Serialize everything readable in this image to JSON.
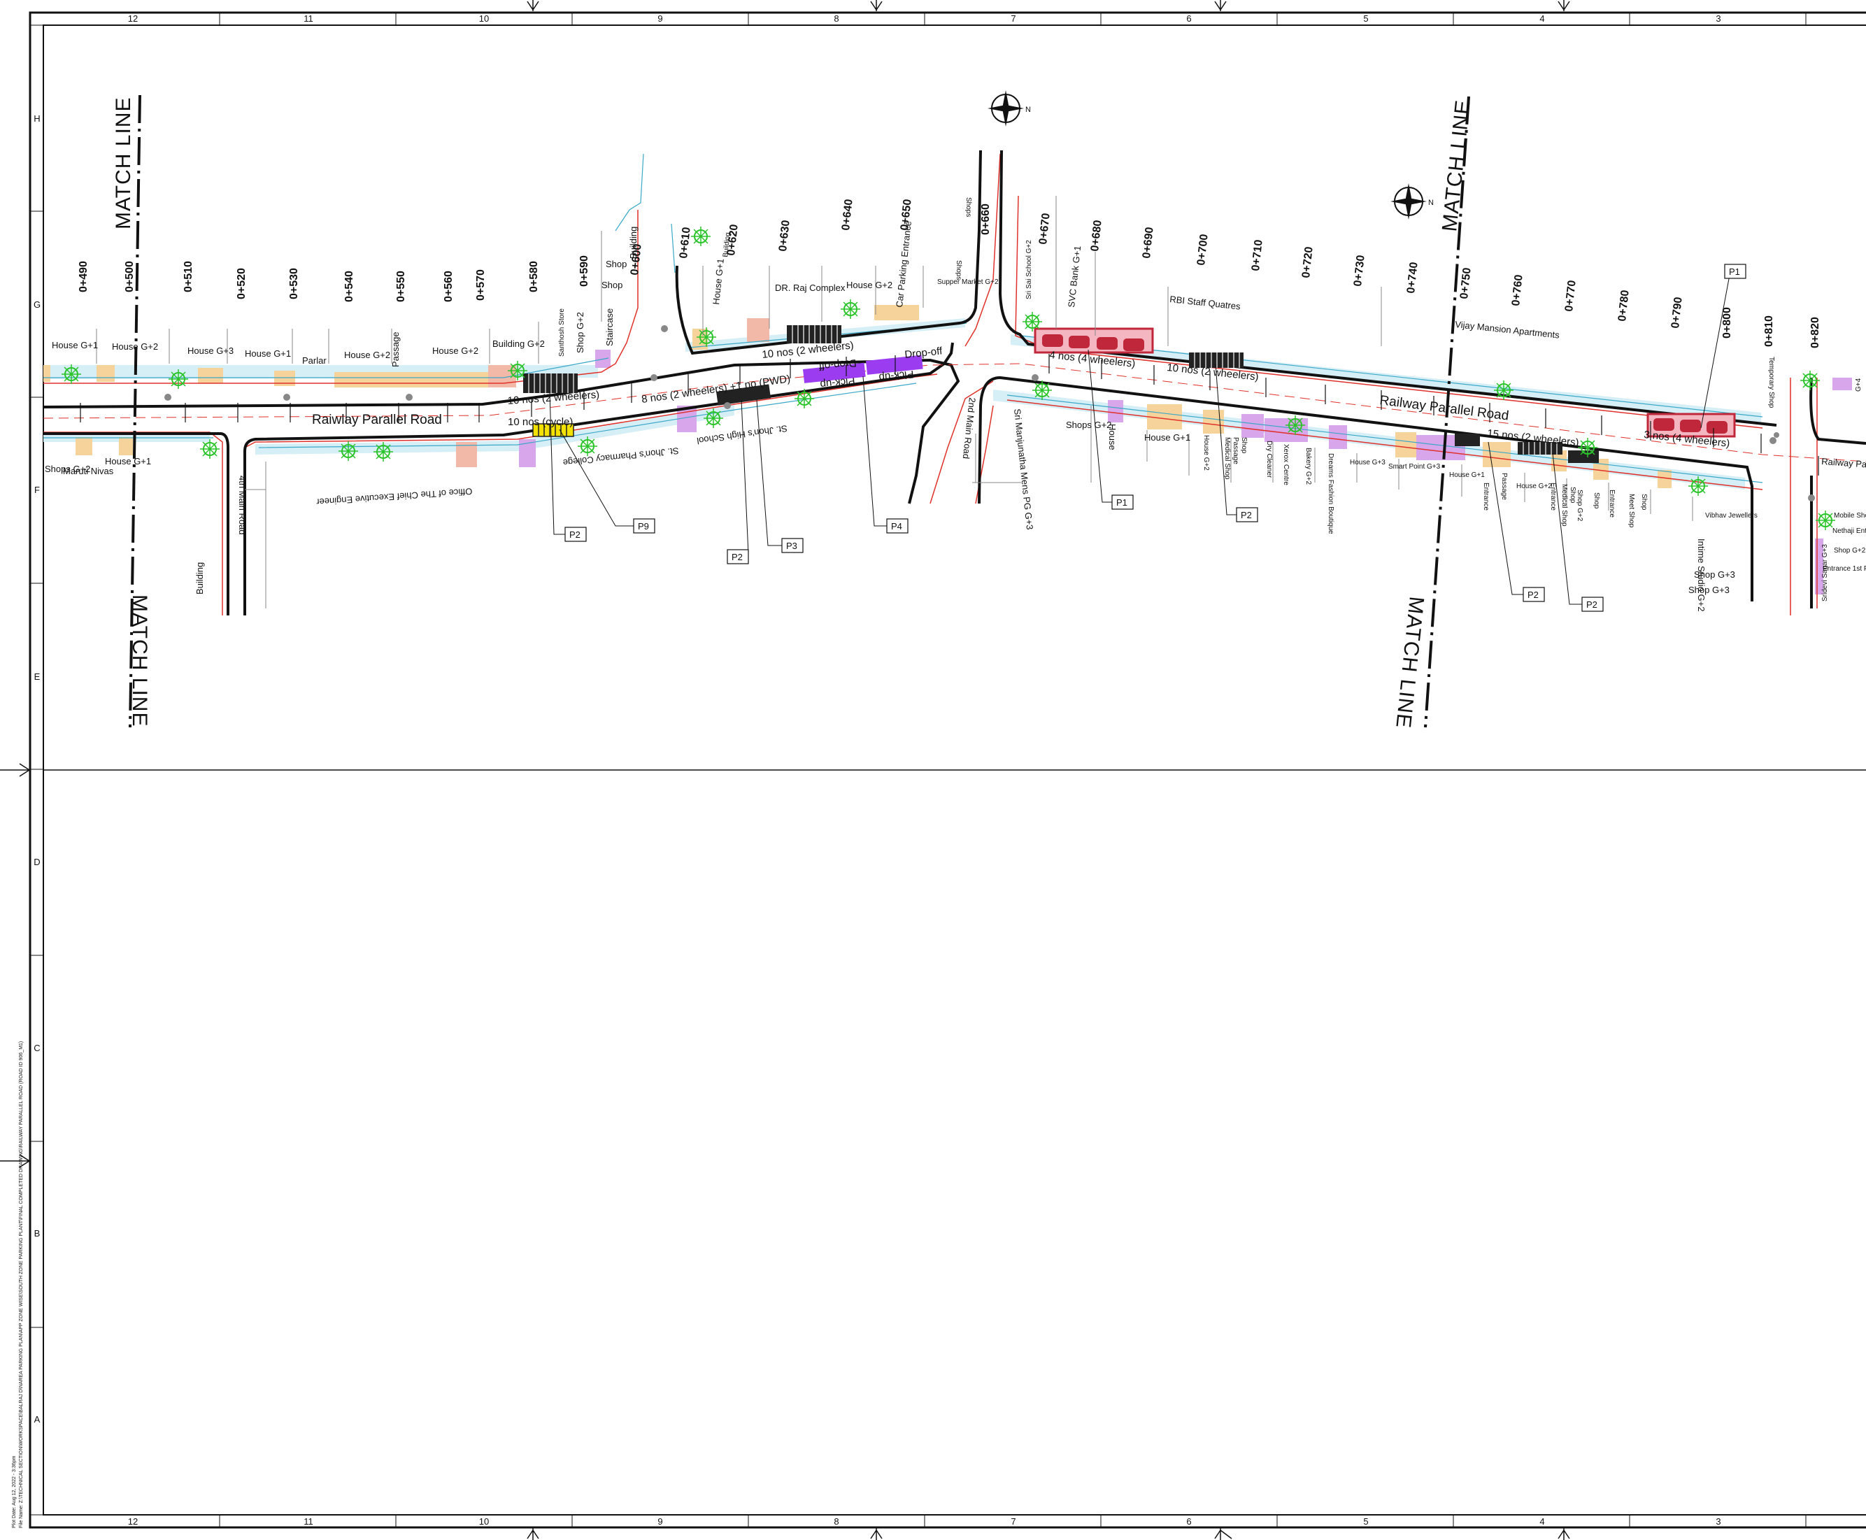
{
  "sheet": {
    "column_numbers": [
      "12",
      "11",
      "10",
      "9",
      "8",
      "7",
      "6",
      "5",
      "4",
      "3"
    ],
    "row_letters": [
      "H",
      "G",
      "F",
      "E",
      "D",
      "C",
      "B",
      "A"
    ],
    "plot_stamp": [
      "Plot Date: Aug 12, 2022 - 3:36pm",
      "File Name: Z:\\TECHNICAL SECTION\\WORKSPACE\\BALRAJ D\\NAREA PARKING PLAN\\APP ZONE WISE\\SOUTH ZONE PARKING PLANT\\FINAL COMPLETED DRAWING\\RAILWAY PARALLEL ROAD (ROAD ID 906_M1)"
    ]
  },
  "match_lines": [
    "MATCH LINE",
    "MATCH LINE",
    "MATCH LINE",
    "MATCH LINE"
  ],
  "road_names": [
    "Raiwlay Parallel Road",
    "Railway Parallel Road",
    "Railway Par",
    "4th Main Road",
    "2nd Main Road"
  ],
  "chainages": [
    "0+490",
    "0+500",
    "0+510",
    "0+520",
    "0+530",
    "0+540",
    "0+550",
    "0+560",
    "0+570",
    "0+580",
    "0+590",
    "0+600",
    "0+610",
    "0+620",
    "0+630",
    "0+640",
    "0+650",
    "0+660",
    "0+670",
    "0+680",
    "0+690",
    "0+700",
    "0+710",
    "0+720",
    "0+730",
    "0+740",
    "0+750",
    "0+760",
    "0+770",
    "0+780",
    "0+790",
    "0+800",
    "0+810",
    "0+820"
  ],
  "buildings_north": [
    "House G+1",
    "House G+2",
    "House G+3",
    "House G+1",
    "Parlar",
    "House G+2",
    "Passage",
    "House G+2",
    "Building G+2",
    "Santhosh Store",
    "Shop G+2",
    "Staircase",
    "Shop",
    "Shop",
    "Building",
    "House G+1",
    "Building",
    "DR. Raj Complex",
    "House G+2",
    "Car Parking Entrance",
    "Supper Market G+2",
    "Shops",
    "Shops",
    "Sri Sai School G+2",
    "SVC Bank G+1",
    "RBI Staff Quatres",
    "Vijay Mansion Apartments",
    "Temporary Shop",
    "G+4"
  ],
  "buildings_south": [
    "Shops G+2",
    "Maruti Nivas",
    "House G+1",
    "Building",
    "Office of The Chief Executive Engineer",
    "St. Jhon's Pharmacy College",
    "St. Jhon's High School",
    "Sri Manjunatha Mens PG G+3",
    "Shops G+2",
    "House",
    "House G+1",
    "House G+2",
    "Medical Shop",
    "Passage",
    "Shop",
    "Dry Cleaner",
    "Xerox Centre",
    "Bakery G+2",
    "Dreams Fashion Boutique",
    "House G+3",
    "Smart Point G+3",
    "House G+1",
    "Entrance",
    "Passage",
    "House G+2",
    "Entrance",
    "Medical Shop",
    "Shop",
    "Shop G+2",
    "Shop",
    "Entrance",
    "Meet Shop",
    "Shop",
    "Vibhav Jewellers",
    "Shop G+3",
    "Shop G+3",
    "Intime Studio G+2",
    "Mobile Shop",
    "Nethaji Enterprises",
    "Shop G+2",
    "Entrance 1st Floor",
    "Sridevi Sagar G+3"
  ],
  "parking_notes": [
    "10 nos (2 wheelers)",
    "10 nos (cycle)",
    "8 nos (2 wheelers) +1 no (PWD)",
    "10 nos (2 wheelers)",
    "Drop-off",
    "Drop-off",
    "Pick-up",
    "Pick-up",
    "4 nos (4 wheelers)",
    "10 nos (2 wheelers)",
    "15 nos (2 wheelers)",
    "3 nos (4 wheelers)"
  ],
  "tags": [
    "P2",
    "P9",
    "P2",
    "P3",
    "P4",
    "P1",
    "P2",
    "P1",
    "P2",
    "P2"
  ],
  "colors": {
    "frame": "#111111",
    "kerb": "#111111",
    "red_line": "#e0312b",
    "cyan_line": "#3aa8c8",
    "footpath_fill": "#d6eef6",
    "tan": "#f6d39a",
    "pink": "#f3b9a8",
    "purple_light": "#d8a6ea",
    "purple": "#9b3cf0",
    "tree": "#2bc42b",
    "parking_black": "#222222",
    "car_red": "#c0273a",
    "cycle_yellow": "#f3e200"
  },
  "icons": [
    "north-arrow-icon",
    "north-arrow-icon",
    "tree-icon"
  ]
}
